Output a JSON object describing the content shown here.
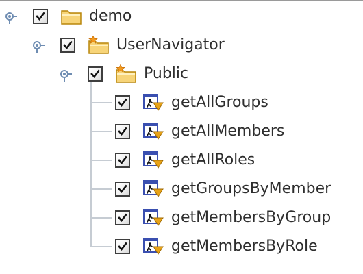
{
  "tree": {
    "nodes": [
      {
        "label": "demo",
        "icon": "folder-icon",
        "checked": true,
        "level": 0,
        "expandable": true
      },
      {
        "label": "UserNavigator",
        "icon": "package-folder-icon",
        "checked": true,
        "level": 1,
        "expandable": true
      },
      {
        "label": "Public",
        "icon": "package-folder-icon",
        "checked": true,
        "level": 2,
        "expandable": true
      },
      {
        "label": "getAllGroups",
        "icon": "method-icon",
        "checked": true,
        "level": 3,
        "expandable": false
      },
      {
        "label": "getAllMembers",
        "icon": "method-icon",
        "checked": true,
        "level": 3,
        "expandable": false
      },
      {
        "label": "getAllRoles",
        "icon": "method-icon",
        "checked": true,
        "level": 3,
        "expandable": false
      },
      {
        "label": "getGroupsByMember",
        "icon": "method-icon",
        "checked": true,
        "level": 3,
        "expandable": false
      },
      {
        "label": "getMembersByGroup",
        "icon": "method-icon",
        "checked": true,
        "level": 3,
        "expandable": false
      },
      {
        "label": "getMembersByRole",
        "icon": "method-icon",
        "checked": true,
        "level": 3,
        "expandable": false
      }
    ]
  },
  "colors": {
    "text": "#2e2e2e",
    "checkbox_border": "#3e3e3e",
    "tick": "#111111",
    "guide": "#c6ccd3",
    "handle": "#6f8db2",
    "folder_fill": "#f7d478",
    "folder_stroke": "#b8860b",
    "star": "#f39a1e",
    "method_frame": "#3a4fb0",
    "method_funnel": "#e8a317"
  }
}
